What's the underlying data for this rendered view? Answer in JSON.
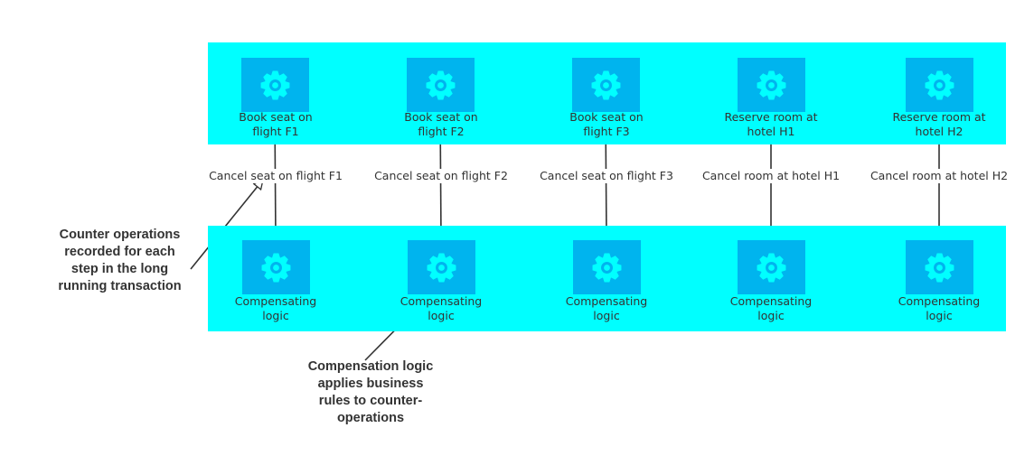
{
  "colors": {
    "band": "#00ffff",
    "node": "#00b4ee",
    "gear": "#00ffff",
    "line": "#333333",
    "text": "#333333"
  },
  "forward_steps": [
    {
      "icon": "gear-icon",
      "line1": "Book seat on",
      "line2": "flight F1"
    },
    {
      "icon": "gear-icon",
      "line1": "Book seat on",
      "line2": "flight F2"
    },
    {
      "icon": "gear-icon",
      "line1": "Book seat on",
      "line2": "flight F3"
    },
    {
      "icon": "gear-icon",
      "line1": "Reserve room at",
      "line2": "hotel H1"
    },
    {
      "icon": "gear-icon",
      "line1": "Reserve room at",
      "line2": "hotel H2"
    }
  ],
  "counter_operations": [
    "Cancel seat on flight F1",
    "Cancel seat on flight F2",
    "Cancel seat on flight F3",
    "Cancel room at hotel H1",
    "Cancel room at hotel H2"
  ],
  "compensating_steps": [
    {
      "icon": "gear-icon",
      "line1": "Compensating",
      "line2": "logic"
    },
    {
      "icon": "gear-icon",
      "line1": "Compensating",
      "line2": "logic"
    },
    {
      "icon": "gear-icon",
      "line1": "Compensating",
      "line2": "logic"
    },
    {
      "icon": "gear-icon",
      "line1": "Compensating",
      "line2": "logic"
    },
    {
      "icon": "gear-icon",
      "line1": "Compensating",
      "line2": "logic"
    }
  ],
  "callouts": {
    "counter": {
      "lines": [
        "Counter operations",
        "recorded for each",
        "step in the long",
        "running transaction"
      ]
    },
    "compensation": {
      "lines": [
        "Compensation logic",
        "applies business",
        "rules to counter-",
        "operations"
      ]
    }
  }
}
